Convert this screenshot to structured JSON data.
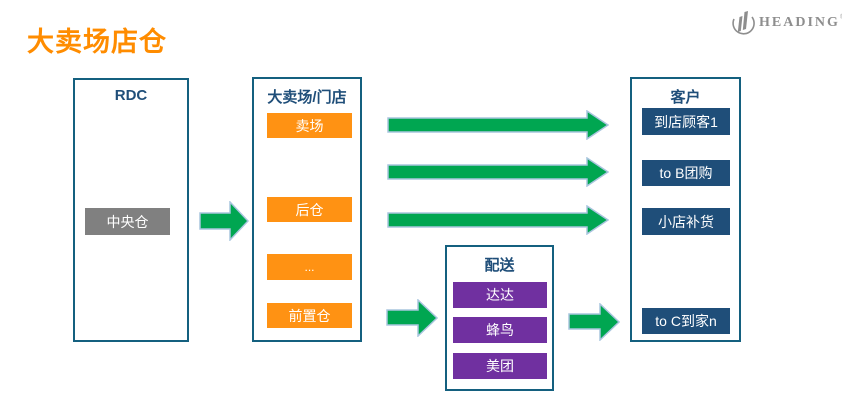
{
  "title": "大卖场店仓",
  "logo": {
    "brand": "HEADING",
    "reg": "®"
  },
  "colors": {
    "title_orange": "#FF8C00",
    "box_orange": "#FF9213",
    "dark_blue": "#1F4E79",
    "container_border": "#14607F",
    "arrow_green": "#00A651",
    "arrow_outline": "#A9C5DE",
    "purple": "#7030A0",
    "gray_box": "#808080",
    "logo_gray": "#8E8E8E"
  },
  "containers": {
    "rdc": {
      "title": "RDC",
      "items": [
        "中央仓"
      ]
    },
    "store": {
      "title": "大卖场/门店",
      "items": [
        "卖场",
        "后仓",
        "...",
        "前置仓"
      ]
    },
    "delivery": {
      "title": "配送",
      "items": [
        "达达",
        "蜂鸟",
        "美团"
      ]
    },
    "customers": {
      "title": "客户",
      "items": [
        "到店顾客1",
        "to B团购",
        "小店补货",
        "to C到家n"
      ]
    }
  },
  "arrows": [
    {
      "from": "中央仓",
      "to": "大卖场/门店"
    },
    {
      "from": "卖场",
      "to": "到店顾客1"
    },
    {
      "from": "大卖场/门店",
      "to": "to B团购"
    },
    {
      "from": "后仓",
      "to": "小店补货"
    },
    {
      "from": "前置仓",
      "to": "配送"
    },
    {
      "from": "配送",
      "to": "to C到家n"
    }
  ]
}
